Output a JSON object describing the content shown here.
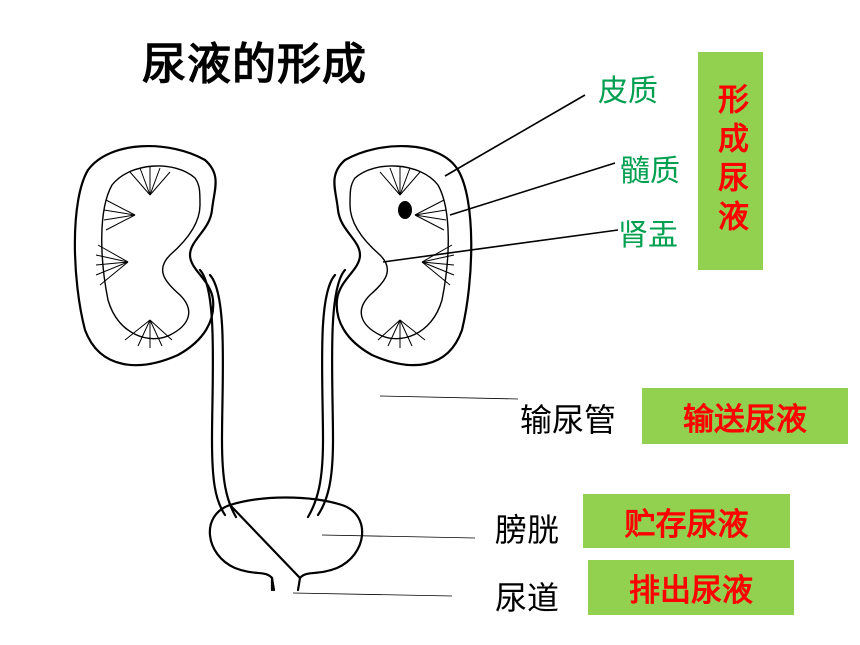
{
  "title": "尿液的形成",
  "kidney_labels": {
    "cortex": "皮质",
    "medulla": "髓质",
    "pelvis": "肾盂"
  },
  "kidney_function": "形成尿液",
  "organs": [
    {
      "name": "输尿管",
      "function": "输送尿液"
    },
    {
      "name": "膀胱",
      "function": "贮存尿液"
    },
    {
      "name": "尿道",
      "function": "排出尿液"
    }
  ],
  "colors": {
    "label_green": "#00a050",
    "box_fill": "#92d050",
    "box_text": "#ff0000"
  }
}
